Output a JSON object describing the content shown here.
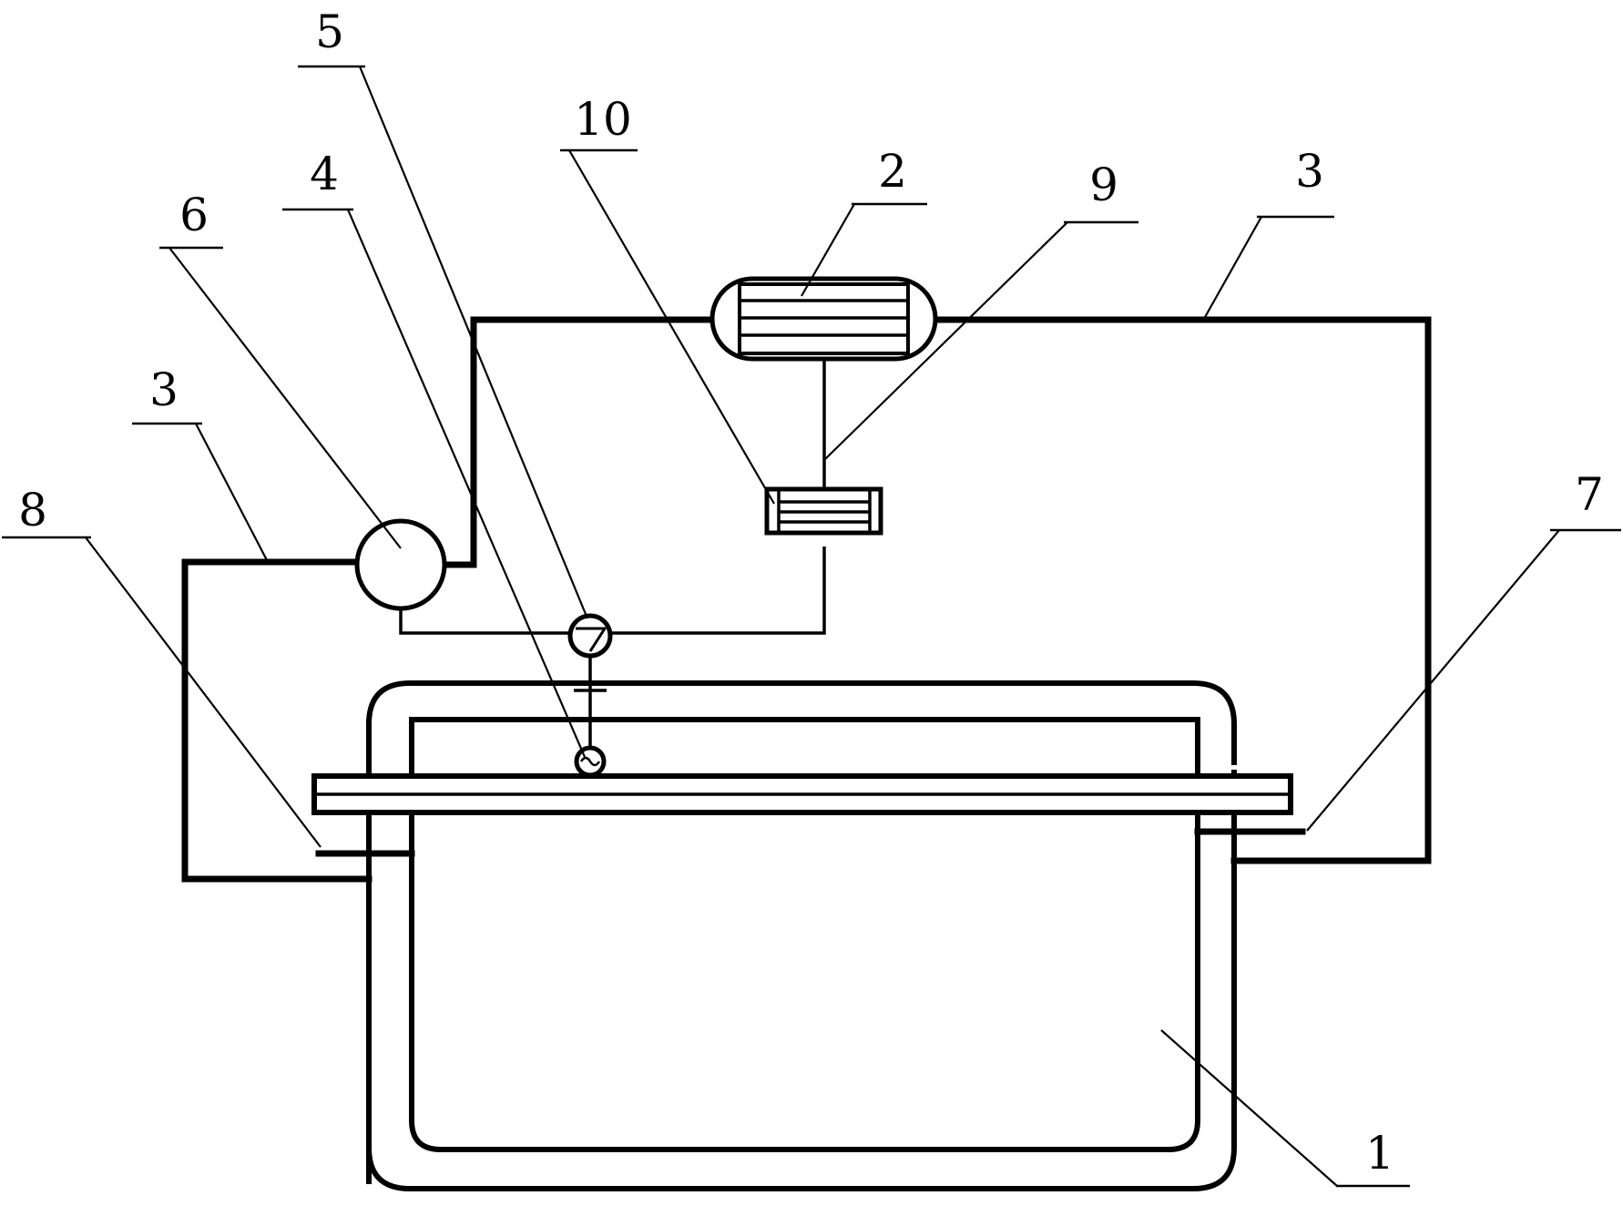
{
  "labels": {
    "l1": "1",
    "l2": "2",
    "l3a": "3",
    "l3b": "3",
    "l4": "4",
    "l5": "5",
    "l6": "6",
    "l7": "7",
    "l8": "8",
    "l9": "9",
    "l10": "10"
  }
}
